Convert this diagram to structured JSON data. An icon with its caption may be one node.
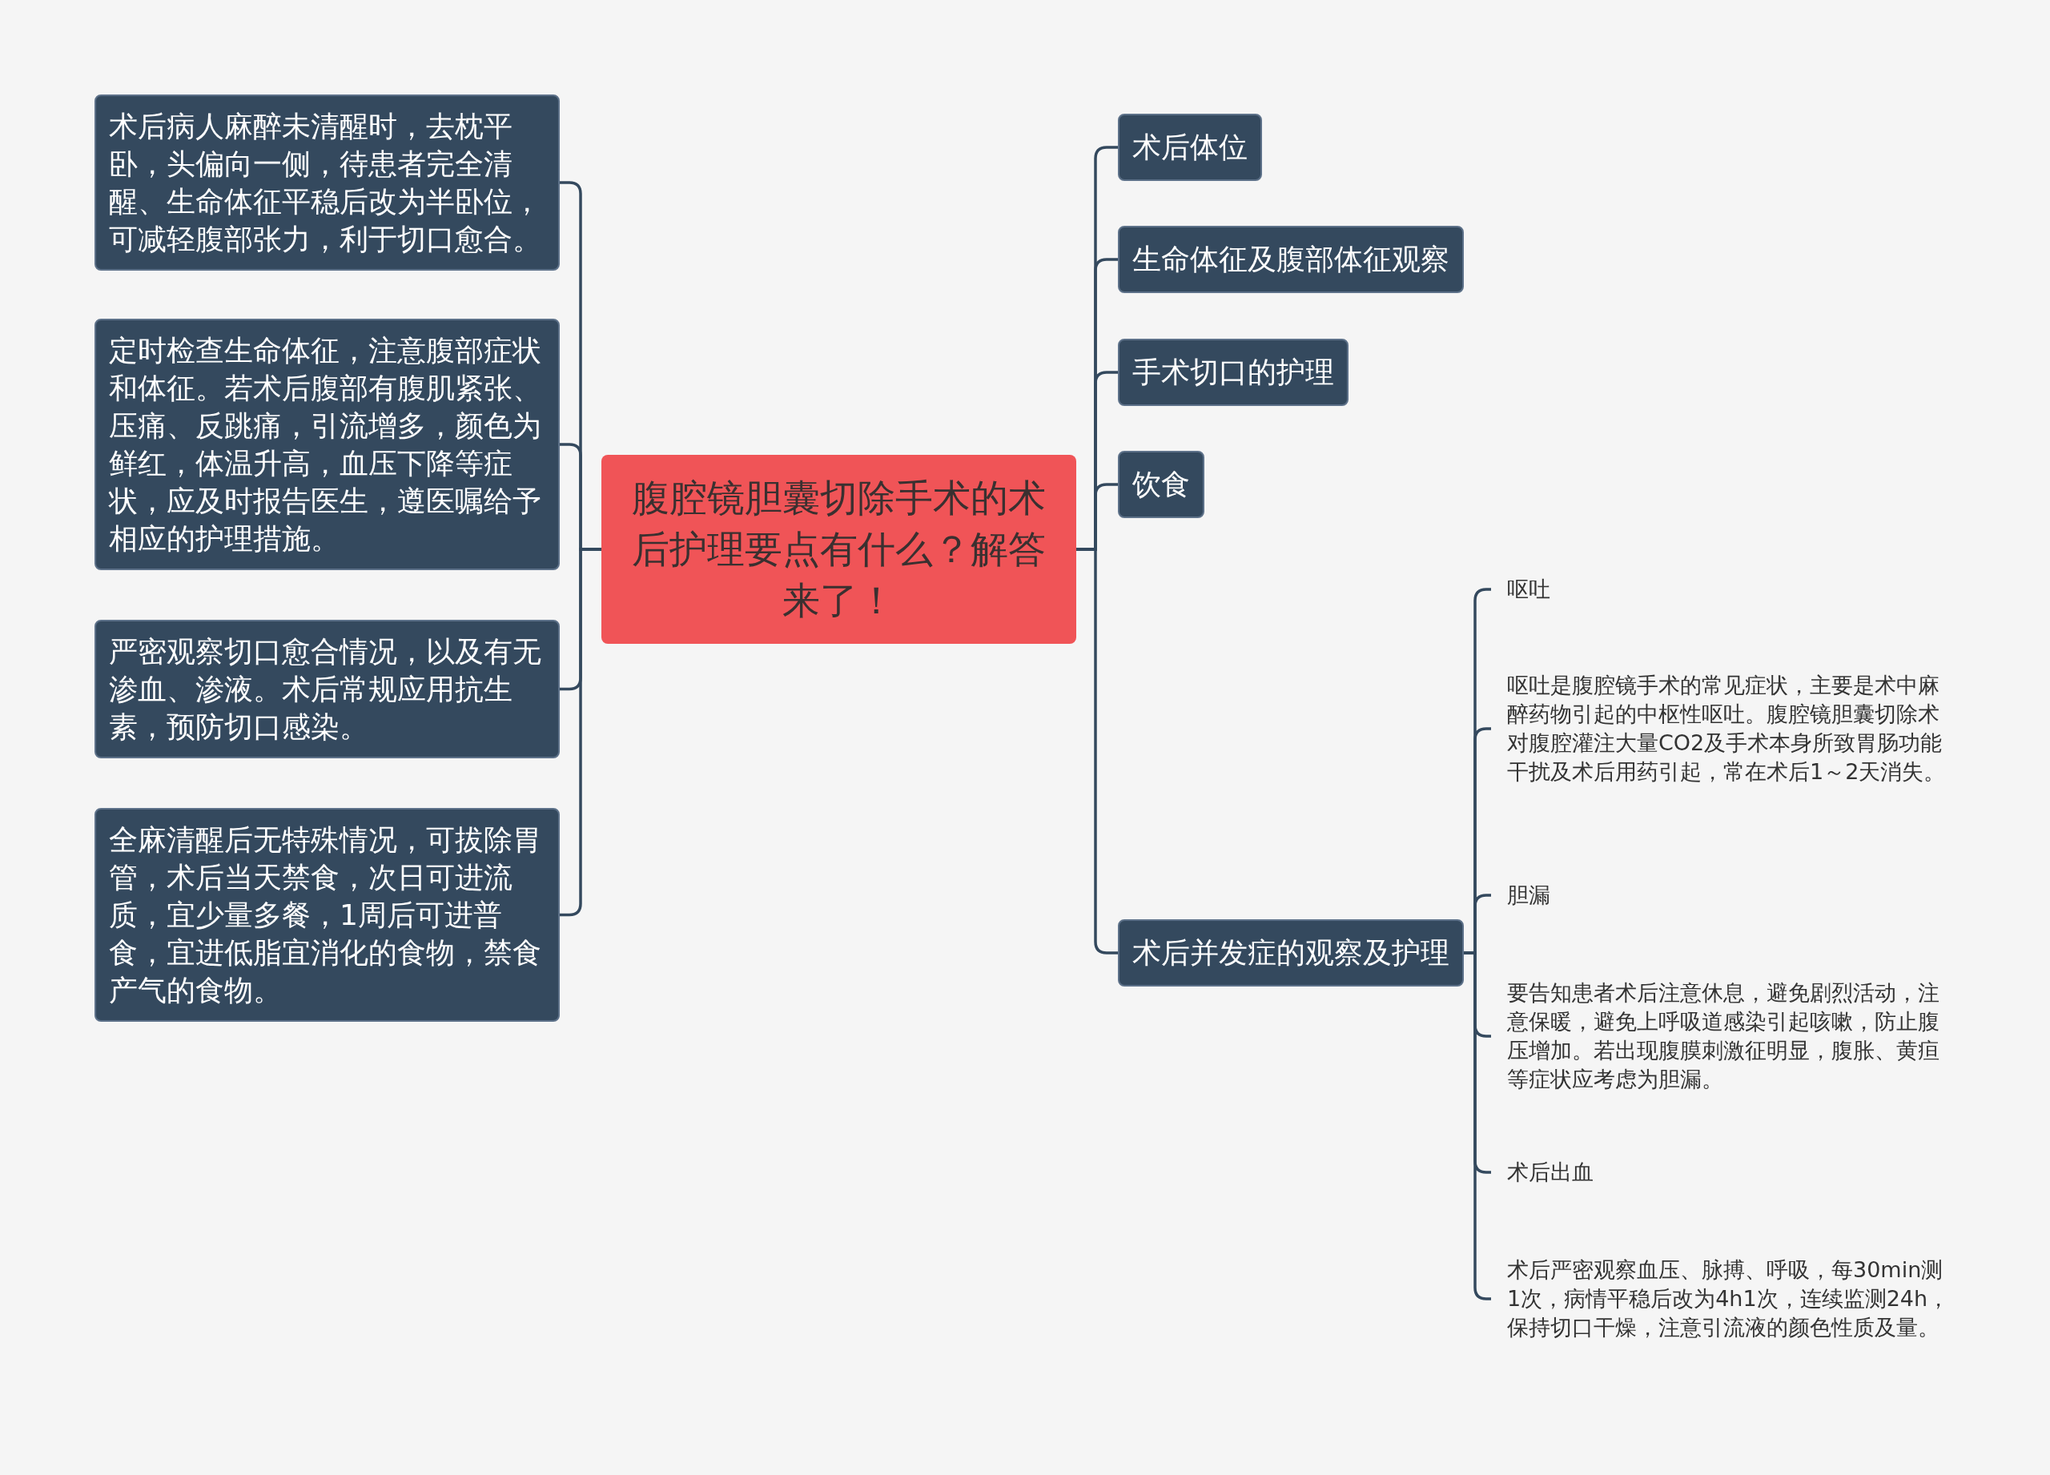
{
  "diagram": {
    "nodes": [
      {
        "text": [
          "腹腔镜胆囊切除手术的术后护理要点有什么？解答来了！"
        ]
      },
      {
        "text": [
          "术后病人麻醉未清醒时，去枕平卧，头偏向一侧，待患者完全清醒、生命体征平稳后改为半卧位，可减轻腹部张力，利于切口愈合。"
        ]
      },
      {
        "text": [
          "定时检查生命体征，注意腹部症状和体征。若术后腹部有腹肌紧张、压痛、反跳痛，引流增多，颜色为鲜红，体温升高，血压下降等症状，应及时报告医生，遵医嘱给予相应的护理措施。"
        ]
      },
      {
        "text": [
          "严密观察切口愈合情况，以及有无渗血、渗液。术后常规应用抗生素，预防切口感染。"
        ]
      },
      {
        "text": [
          "全麻清醒后无特殊情况，可拔除胃管，术后当天禁食，次日可进流质，宜少量多餐，1周后可进普食，宜进低脂宜消化的食物，禁食产气的食物。"
        ]
      },
      {
        "text": [
          "术后体位"
        ]
      },
      {
        "text": [
          "生命体征及腹部体征观察"
        ]
      },
      {
        "text": [
          "手术切口的护理"
        ]
      },
      {
        "text": [
          "饮食"
        ]
      },
      {
        "text": [
          "术后并发症的观察及护理"
        ]
      },
      {
        "text": [
          "呕吐"
        ]
      },
      {
        "text": [
          "呕吐是腹腔镜手术的常见症状，主要是术中麻醉药物引起的中枢性呕吐。腹腔镜胆囊切除术对腹腔灌注大量CO2及手术本身所致胃肠功能干扰及术后用药引起，常在术后1～2天消失。"
        ]
      },
      {
        "text": [
          "胆漏"
        ]
      },
      {
        "text": [
          "要告知患者术后注意休息，避免剧烈活动，注意保暖，避免上呼吸道感染引起咳嗽，防止腹压增加。若出现腹膜刺激征明显，腹胀、黄疸等症状应考虑为胆漏。"
        ]
      },
      {
        "text": [
          "术后出血"
        ]
      },
      {
        "text": [
          "术后严密观察血压、脉搏、呼吸，每30min测1次，病情平稳后改为4h1次，连续监测24h，保持切口干燥，注意引流液的颜色性质及量。"
        ]
      }
    ],
    "edges": [
      {
        "from": 0,
        "to": 1,
        "arrow": "none"
      },
      {
        "from": 0,
        "to": 2,
        "arrow": "none"
      },
      {
        "from": 0,
        "to": 3,
        "arrow": "none"
      },
      {
        "from": 0,
        "to": 4,
        "arrow": "none"
      },
      {
        "from": 0,
        "to": 5,
        "arrow": "none"
      },
      {
        "from": 0,
        "to": 6,
        "arrow": "none"
      },
      {
        "from": 0,
        "to": 7,
        "arrow": "none"
      },
      {
        "from": 0,
        "to": 8,
        "arrow": "none"
      },
      {
        "from": 0,
        "to": 9,
        "arrow": "none"
      },
      {
        "from": 9,
        "to": 10,
        "arrow": "none"
      },
      {
        "from": 9,
        "to": 11,
        "arrow": "none"
      },
      {
        "from": 9,
        "to": 12,
        "arrow": "none"
      },
      {
        "from": 9,
        "to": 13,
        "arrow": "none"
      },
      {
        "from": 9,
        "to": 14,
        "arrow": "none"
      },
      {
        "from": 9,
        "to": 15,
        "arrow": "none"
      }
    ]
  }
}
